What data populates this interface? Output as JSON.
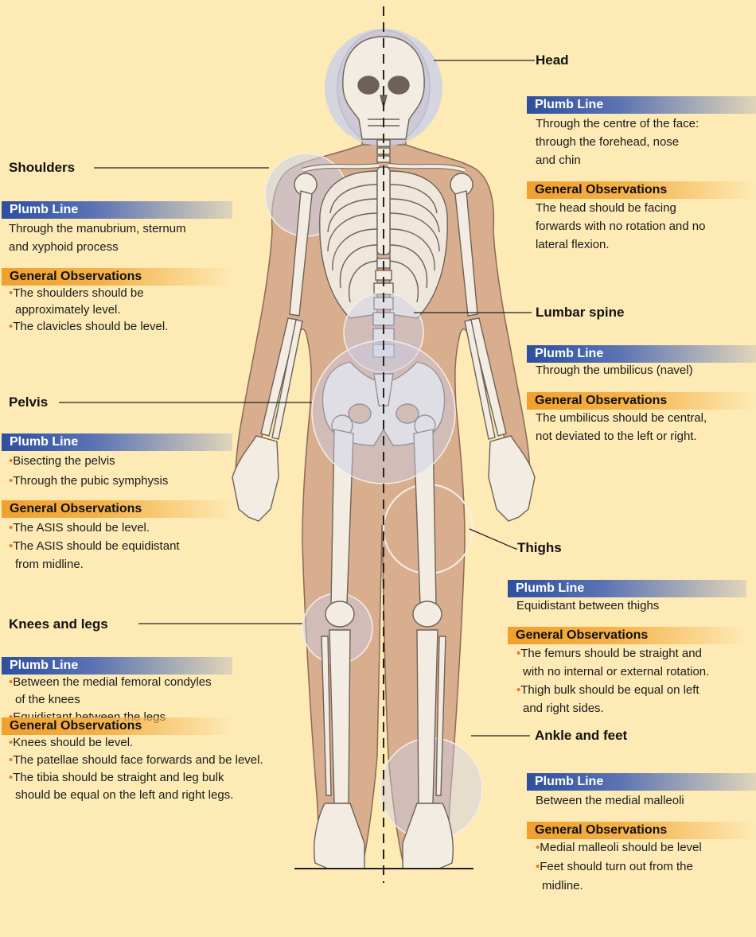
{
  "colors": {
    "background": "#fdeab5",
    "plumb_bar": "#2d4f9e",
    "observation_bar": "#f0a02c",
    "bullet": "#e87722",
    "skin": "#d9ae8f",
    "bone": "#f2ece2"
  },
  "head": {
    "title": "Head",
    "plumb_label": "Plumb Line",
    "plumb_text": [
      "Through the centre of the face:",
      "through the forehead, nose",
      "and chin"
    ],
    "obs_label": "General Observations",
    "obs_text": [
      "The head should be facing",
      "forwards with no rotation and no",
      "lateral flexion."
    ]
  },
  "shoulders": {
    "title": "Shoulders",
    "plumb_label": "Plumb Line",
    "plumb_text": [
      "Through the manubrium, sternum",
      "and xyphoid process"
    ],
    "obs_label": "General Observations",
    "obs_text": [
      "The shoulders should be",
      "approximately level.",
      "The clavicles should be level."
    ]
  },
  "lumbar": {
    "title": "Lumbar spine",
    "plumb_label": "Plumb Line",
    "plumb_text": [
      "Through the umbilicus (navel)"
    ],
    "obs_label": "General Observations",
    "obs_text": [
      "The umbilicus should be central,",
      "not deviated to the left or right."
    ]
  },
  "pelvis": {
    "title": "Pelvis",
    "plumb_label": "Plumb Line",
    "plumb_text": [
      "Bisecting the pelvis",
      "Through the pubic symphysis"
    ],
    "obs_label": "General Observations",
    "obs_text": [
      "The ASIS should be level.",
      "The ASIS should be equidistant",
      "from midline."
    ]
  },
  "thighs": {
    "title": "Thighs",
    "plumb_label": "Plumb Line",
    "plumb_text": [
      "Equidistant between thighs"
    ],
    "obs_label": "General Observations",
    "obs_text": [
      "The femurs should be straight and",
      "with no internal or external rotation.",
      "Thigh bulk should be equal on left",
      "and right sides."
    ]
  },
  "knees": {
    "title": "Knees and legs",
    "plumb_label": "Plumb Line",
    "plumb_text": [
      "Between the medial femoral condyles",
      "of the knees",
      "Equidistant between the legs"
    ],
    "obs_label": "General Observations",
    "obs_text": [
      "Knees should be level.",
      "The patellae should face forwards and be level.",
      "The tibia should be straight and leg bulk",
      "should be equal on the left and right legs."
    ]
  },
  "ankle": {
    "title": "Ankle and feet",
    "plumb_label": "Plumb Line",
    "plumb_text": [
      "Between the medial malleoli"
    ],
    "obs_label": "General Observations",
    "obs_text": [
      "Medial malleoli should be level",
      "Feet should turn out from the",
      "midline."
    ]
  }
}
